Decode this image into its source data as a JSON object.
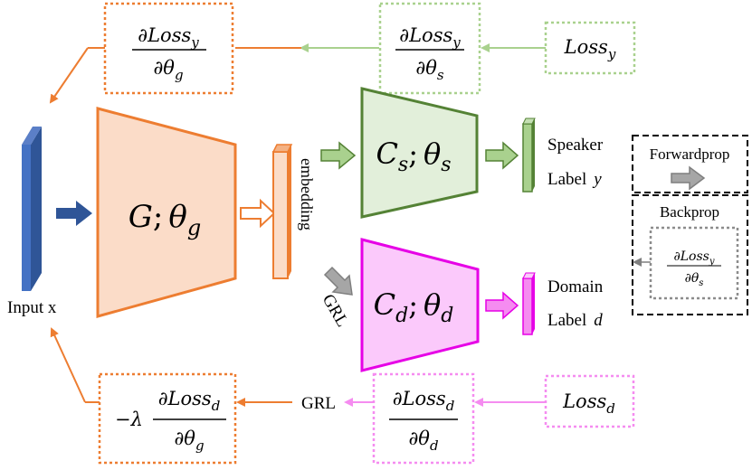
{
  "colors": {
    "generator": "#ED7D31",
    "generator_fill": "#FBDCC8",
    "speaker": "#548235",
    "speaker_fill": "#E2EFDA",
    "domain": "#E600E6",
    "domain_fill": "#FBC9FB",
    "input": "#2F5597",
    "forward_arrow": "#7F7F7F",
    "speaker_backprop": "#A9D18E",
    "domain_backprop": "#F58CF0"
  },
  "icons": {
    "input_block": "input-block-icon",
    "embedding_block": "embedding-block-icon"
  },
  "input": {
    "label": "Input x"
  },
  "generator": {
    "name": "G",
    "sep": ";",
    "param": "θ",
    "param_sub": "g"
  },
  "embedding": {
    "label": "embedding"
  },
  "speaker_classifier": {
    "name": "C",
    "name_sub": "s",
    "sep": ";",
    "param": "θ",
    "param_sub": "s"
  },
  "domain_classifier": {
    "name": "C",
    "name_sub": "d",
    "sep": ";",
    "param": "θ",
    "param_sub": "d"
  },
  "grl_mid": "GRL",
  "grl_bottom": "GRL",
  "speaker_output": {
    "line1": "Speaker",
    "line2": "Label",
    "var": "y"
  },
  "domain_output": {
    "line1": "Domain",
    "line2": "Label",
    "var": "d"
  },
  "legend": {
    "forward": "Forwardprop",
    "backward": "Backprop",
    "sample_num": "∂Loss",
    "sample_num_sub": "y",
    "sample_den": "∂θ",
    "sample_den_sub": "s"
  },
  "top_row": {
    "grad_g_num": "∂Loss",
    "grad_g_num_sub": "y",
    "grad_g_den": "∂θ",
    "grad_g_den_sub": "g",
    "grad_s_num": "∂Loss",
    "grad_s_num_sub": "y",
    "grad_s_den": "∂θ",
    "grad_s_den_sub": "s",
    "loss": "Loss",
    "loss_sub": "y"
  },
  "bottom_row": {
    "prefix": "−λ",
    "grad_g_num": "∂Loss",
    "grad_g_num_sub": "d",
    "grad_g_den": "∂θ",
    "grad_g_den_sub": "g",
    "grad_d_num": "∂Loss",
    "grad_d_num_sub": "d",
    "grad_d_den": "∂θ",
    "grad_d_den_sub": "d",
    "loss": "Loss",
    "loss_sub": "d"
  }
}
